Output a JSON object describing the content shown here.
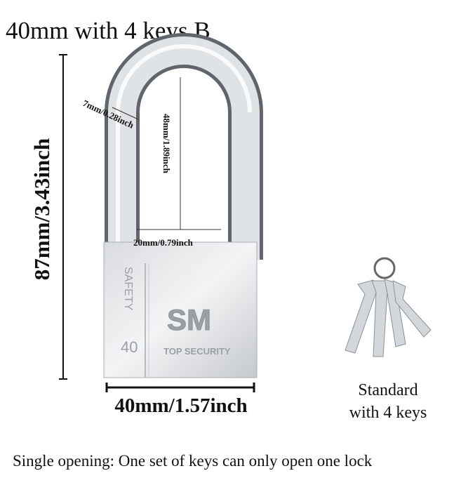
{
  "title": "40mm with 4 keys B",
  "dimensions": {
    "total_height": "87mm/3.43inch",
    "body_width": "40mm/1.57inch",
    "shackle_diameter": "7mm/0.28inch",
    "shackle_clearance": "48mm/1.89inch",
    "shackle_inner_width": "20mm/0.79inch"
  },
  "lock_engraving": {
    "brand": "SM",
    "tagline": "TOP SECURITY",
    "side_text": "SAFETY",
    "size": "40"
  },
  "keys_caption": {
    "line1": "Standard",
    "line2": "with 4 keys"
  },
  "footer": "Single opening: One set of keys can only open one lock"
}
